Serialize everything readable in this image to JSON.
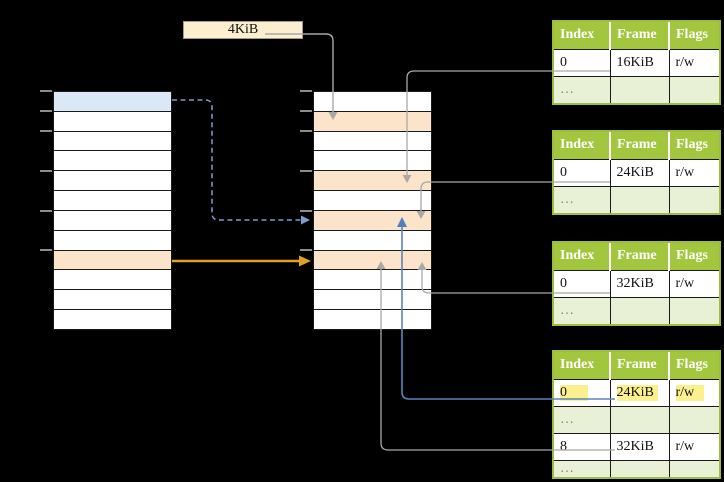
{
  "diagram_title": "paging-diagram",
  "label_4kib": {
    "text": "4KiB"
  },
  "virtual_memory_column": {
    "rows": [
      "blue",
      "white",
      "white",
      "white",
      "white",
      "white",
      "white",
      "white",
      "orange",
      "white",
      "white",
      "white"
    ],
    "tick_row_indices": [
      0,
      1,
      2,
      4,
      6,
      8
    ]
  },
  "physical_memory_column": {
    "rows": [
      "white",
      "orange",
      "white",
      "white",
      "orange",
      "white",
      "orange",
      "white",
      "orange",
      "white",
      "white",
      "white"
    ],
    "tick_row_indices": [
      0,
      1,
      2,
      4,
      6,
      8
    ]
  },
  "page_tables": [
    {
      "headers": [
        "Index",
        "Frame",
        "Flags"
      ],
      "rows": [
        {
          "cells": [
            "0",
            "16KiB",
            "r/w"
          ],
          "highlight": false
        },
        {
          "cells": [
            "…",
            "",
            ""
          ],
          "highlight": false
        }
      ]
    },
    {
      "headers": [
        "Index",
        "Frame",
        "Flags"
      ],
      "rows": [
        {
          "cells": [
            "0",
            "24KiB",
            "r/w"
          ],
          "highlight": false
        },
        {
          "cells": [
            "…",
            "",
            ""
          ],
          "highlight": false
        }
      ]
    },
    {
      "headers": [
        "Index",
        "Frame",
        "Flags"
      ],
      "rows": [
        {
          "cells": [
            "0",
            "32KiB",
            "r/w"
          ],
          "highlight": false
        },
        {
          "cells": [
            "…",
            "",
            ""
          ],
          "highlight": false
        }
      ]
    },
    {
      "headers": [
        "Index",
        "Frame",
        "Flags"
      ],
      "rows": [
        {
          "cells": [
            "0",
            "24KiB",
            "r/w"
          ],
          "highlight": true
        },
        {
          "cells": [
            "…",
            "",
            ""
          ],
          "highlight": false
        },
        {
          "cells": [
            "8",
            "32KiB",
            "r/w"
          ],
          "highlight": false
        },
        {
          "cells": [
            "…",
            "",
            ""
          ],
          "highlight": false
        }
      ]
    }
  ],
  "colors": {
    "background": "#000000",
    "table_header_green": "#a3c63f",
    "table_border_green": "#9cbe3a",
    "table_dots_row_green": "#e8f0d5",
    "highlight_yellow": "#fbf08d",
    "page_blue": "#dbe8f6",
    "frame_orange": "#fce4cb",
    "label_box_cream": "#fcefd0",
    "arrow_gray": "#a8a8a8",
    "arrow_gold": "#e0a21f",
    "arrow_dashed_blue": "#7d9dcc",
    "arrow_solid_blue": "#5b84bb",
    "tick_gray": "#8c8c8c"
  }
}
